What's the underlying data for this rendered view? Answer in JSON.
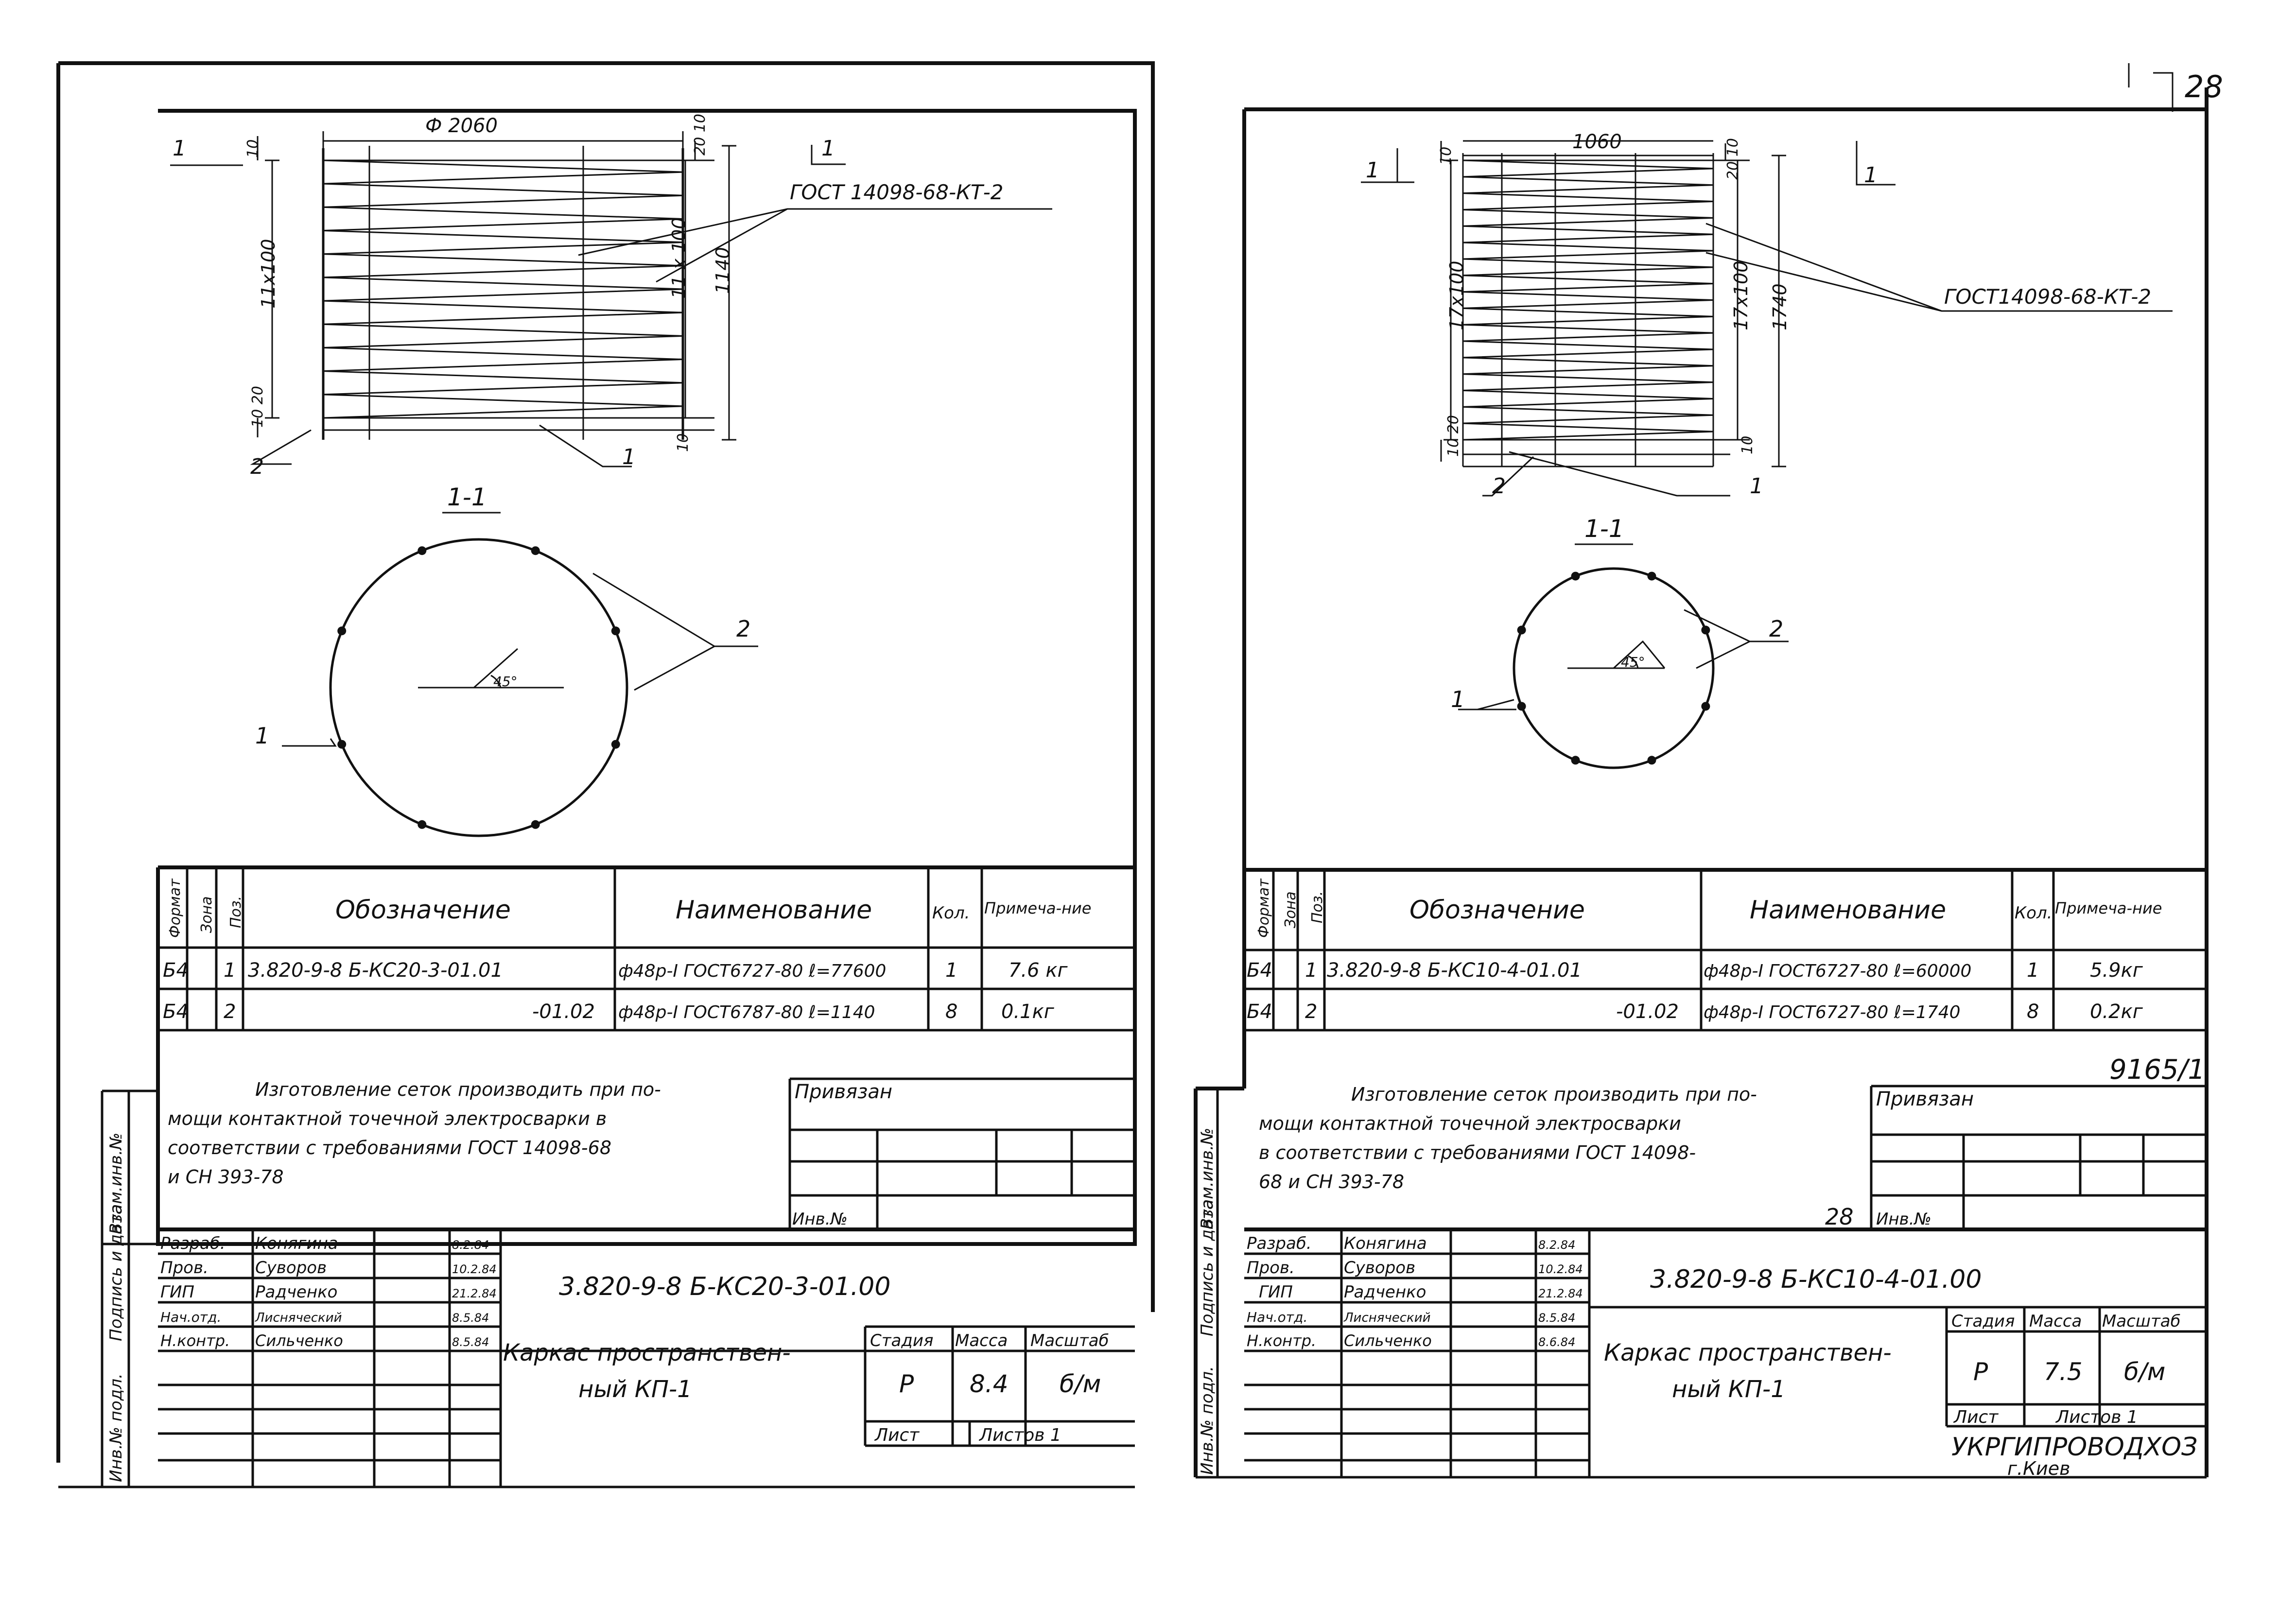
{
  "page": {
    "top_right_number": "28",
    "side_labels": [
      "Инв.№ подл.",
      "Подпись и дата",
      "Взам.инв.№"
    ]
  },
  "sheets": [
    {
      "id": "left",
      "plan": {
        "section_mark": "1",
        "dia_label": "Ф 2060",
        "top_dims": [
          "10",
          "20 10"
        ],
        "left_dim": "11х100",
        "right_dims": [
          "11 х 100",
          "1140"
        ],
        "bottom_dims": [
          "10 20",
          "10"
        ],
        "gost": "ГОСТ 14098-68-КТ-2",
        "pos_a": "2",
        "pos_b": "1"
      },
      "section": {
        "title": "1-1",
        "angle": "45°",
        "pos1": "1",
        "pos2": "2"
      },
      "spec": {
        "headers": [
          "Формат",
          "Зона",
          "Поз.",
          "Обозначение",
          "Наименование",
          "Кол.",
          "Примеча-ние"
        ],
        "rows": [
          {
            "format": "Б4",
            "zone": "",
            "pos": "1",
            "designation": "3.820-9-8 Б-КС20-3-01.01",
            "name": "ф48р-I ГОСТ6727-80 ℓ=77600",
            "qty": "1",
            "note": "7.6 кг"
          },
          {
            "format": "Б4",
            "zone": "",
            "pos": "2",
            "designation": "-01.02",
            "name": "ф48р-I ГОСТ6787-80 ℓ=1140",
            "qty": "8",
            "note": "0.1кг"
          }
        ]
      },
      "notes": [
        "Изготовление сеток производить при по-",
        "мощи контактной точечной электросварки в",
        "соответствии с требованиями ГОСТ 14098-68",
        "и СН 393-78"
      ],
      "tie_label": "Привязан",
      "inv_label": "Инв.№",
      "code": "3.820-9-8 Б-КС20-3-01.00",
      "title": [
        "Каркас пространствен-",
        "ный КП-1"
      ],
      "sign_rows": [
        {
          "role": "Разраб.",
          "name": "Конягина",
          "date": "8.2.84"
        },
        {
          "role": "Пров.",
          "name": "Суворов",
          "date": "10.2.84"
        },
        {
          "role": "ГИП",
          "name": "Радченко",
          "date": "21.2.84"
        },
        {
          "role": "Нач.отд.",
          "name": "Лисняческий",
          "date": "8.5.84"
        },
        {
          "role": "Н.контр.",
          "name": "Сильченко",
          "date": "8.5.84"
        }
      ],
      "stage_header": [
        "Стадия",
        "Масса",
        "Масштаб"
      ],
      "stage": {
        "stage": "Р",
        "mass": "8.4",
        "scale": "б/м"
      },
      "sheet_label": "Лист",
      "sheets_label": "Листов 1"
    },
    {
      "id": "right",
      "plan": {
        "section_mark": "1",
        "dia_label": "1060",
        "top_dims": [
          "10",
          "20 10"
        ],
        "left_dim": "17х100",
        "right_dims": [
          "17х100",
          "1740"
        ],
        "bottom_dims": [
          "10 20",
          "10"
        ],
        "gost": "ГОСТ14098-68-КТ-2",
        "pos_a": "2",
        "pos_b": "1"
      },
      "section": {
        "title": "1-1",
        "angle": "45°",
        "pos1": "1",
        "pos2": "2"
      },
      "spec": {
        "headers": [
          "Формат",
          "Зона",
          "Поз.",
          "Обозначение",
          "Наименование",
          "Кол.",
          "Примеча-ние"
        ],
        "rows": [
          {
            "format": "Б4",
            "zone": "",
            "pos": "1",
            "designation": "3.820-9-8 Б-КС10-4-01.01",
            "name": "ф48р-I ГОСТ6727-80 ℓ=60000",
            "qty": "1",
            "note": "5.9кг"
          },
          {
            "format": "Б4",
            "zone": "",
            "pos": "2",
            "designation": "-01.02",
            "name": "ф48р-I ГОСТ6727-80 ℓ=1740",
            "qty": "8",
            "note": "0.2кг"
          }
        ]
      },
      "doc_number": "9165/1",
      "page_no": "28",
      "notes": [
        "Изготовление сеток производить при по-",
        "мощи контактной точечной электросварки",
        "в соответствии с требованиями ГОСТ 14098-",
        "68 и СН 393-78"
      ],
      "tie_label": "Привязан",
      "inv_label": "Инв.№",
      "code": "3.820-9-8 Б-КС10-4-01.00",
      "title": [
        "Каркас пространствен-",
        "ный КП-1"
      ],
      "sign_rows": [
        {
          "role": "Разраб.",
          "name": "Конягина",
          "date": "8.2.84"
        },
        {
          "role": "Пров.",
          "name": "Суворов",
          "date": "10.2.84"
        },
        {
          "role": "ГИП",
          "name": "Радченко",
          "date": "21.2.84"
        },
        {
          "role": "Нач.отд.",
          "name": "Лисняческий",
          "date": "8.5.84"
        },
        {
          "role": "Н.контр.",
          "name": "Сильченко",
          "date": "8.6.84"
        }
      ],
      "stage_header": [
        "Стадия",
        "Масса",
        "Масштаб"
      ],
      "stage": {
        "stage": "Р",
        "mass": "7.5",
        "scale": "б/м"
      },
      "sheet_label": "Лист",
      "sheets_label": "Листов 1",
      "org": [
        "УКРГИПРОВОДХОЗ",
        "г.Киев"
      ]
    }
  ]
}
